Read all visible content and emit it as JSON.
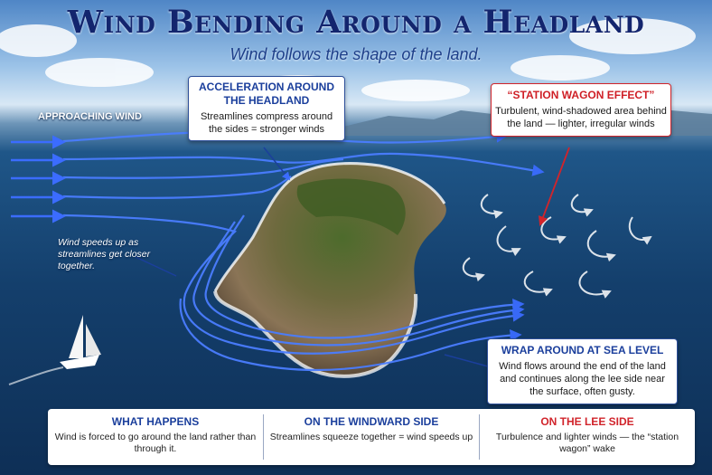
{
  "header": {
    "title": "Wind Bending Around a Headland",
    "subtitle": "Wind follows the shape of the land."
  },
  "labels": {
    "approaching_wind": "APPROACHING WIND",
    "speed_note": "Wind speeds up as streamlines get closer together."
  },
  "callouts": {
    "acceleration": {
      "title": "ACCELERATION AROUND THE HEADLAND",
      "text": "Streamlines compress around the sides = stronger winds"
    },
    "station_wagon": {
      "title": "“STATION WAGON EFFECT”",
      "text": "Turbulent, wind-shadowed area behind the land — lighter, irregular winds"
    },
    "wrap": {
      "title": "WRAP AROUND AT SEA LEVEL",
      "text": "Wind flows around the end of the land and continues along the lee side near the surface, often gusty."
    }
  },
  "bottom_panel": [
    {
      "title": "WHAT HAPPENS",
      "text": "Wind is forced to go around the land rather than through it."
    },
    {
      "title": "ON THE WINDWARD SIDE",
      "text": "Streamlines squeeze together = wind speeds up"
    },
    {
      "title": "ON THE LEE SIDE",
      "text": "Turbulence and lighter winds — the “station wagon” wake"
    }
  ],
  "colors": {
    "title": "#13256e",
    "streamline": "#4a7dff",
    "lee_accent": "#d1242b",
    "sea": "#143f6c"
  }
}
